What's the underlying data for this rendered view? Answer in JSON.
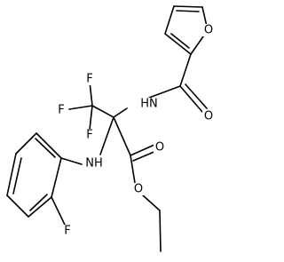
{
  "diagram": {
    "labels": {
      "furan_o": "O",
      "nh_amide": "HN",
      "carbonyl_o_amide": "O",
      "f_left": "F",
      "f_top": "F",
      "f_bottom": "F",
      "nh_aniline": "NH",
      "carbonyl_o_ester": "O",
      "ester_o": "O",
      "aryl_f": "F"
    }
  }
}
